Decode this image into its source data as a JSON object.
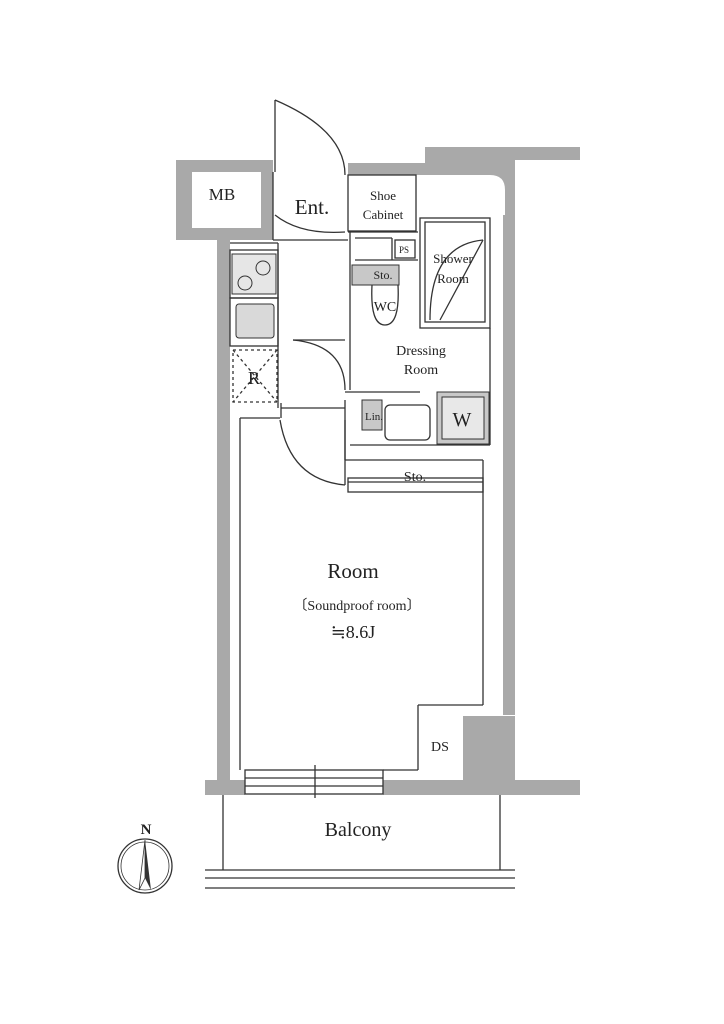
{
  "rooms": {
    "mb": "MB",
    "entrance": "Ent.",
    "shoe_cabinet_line1": "Shoe",
    "shoe_cabinet_line2": "Cabinet",
    "ps": "PS",
    "shower_line1": "Shower",
    "shower_line2": "Room",
    "storage_wc": "Sto.",
    "wc": "WC",
    "dressing_line1": "Dressing",
    "dressing_line2": "Room",
    "refrigerator": "R",
    "linen": "Lin.",
    "washer": "W",
    "storage_room": "Sto.",
    "room": "Room",
    "room_note": "〔Soundproof room〕",
    "room_size": "≒8.6J",
    "ds": "DS",
    "balcony": "Balcony"
  },
  "compass": {
    "north": "N"
  },
  "colors": {
    "wall": "#a9a9a9",
    "line": "#333333",
    "fixture": "#c8c8c8"
  }
}
